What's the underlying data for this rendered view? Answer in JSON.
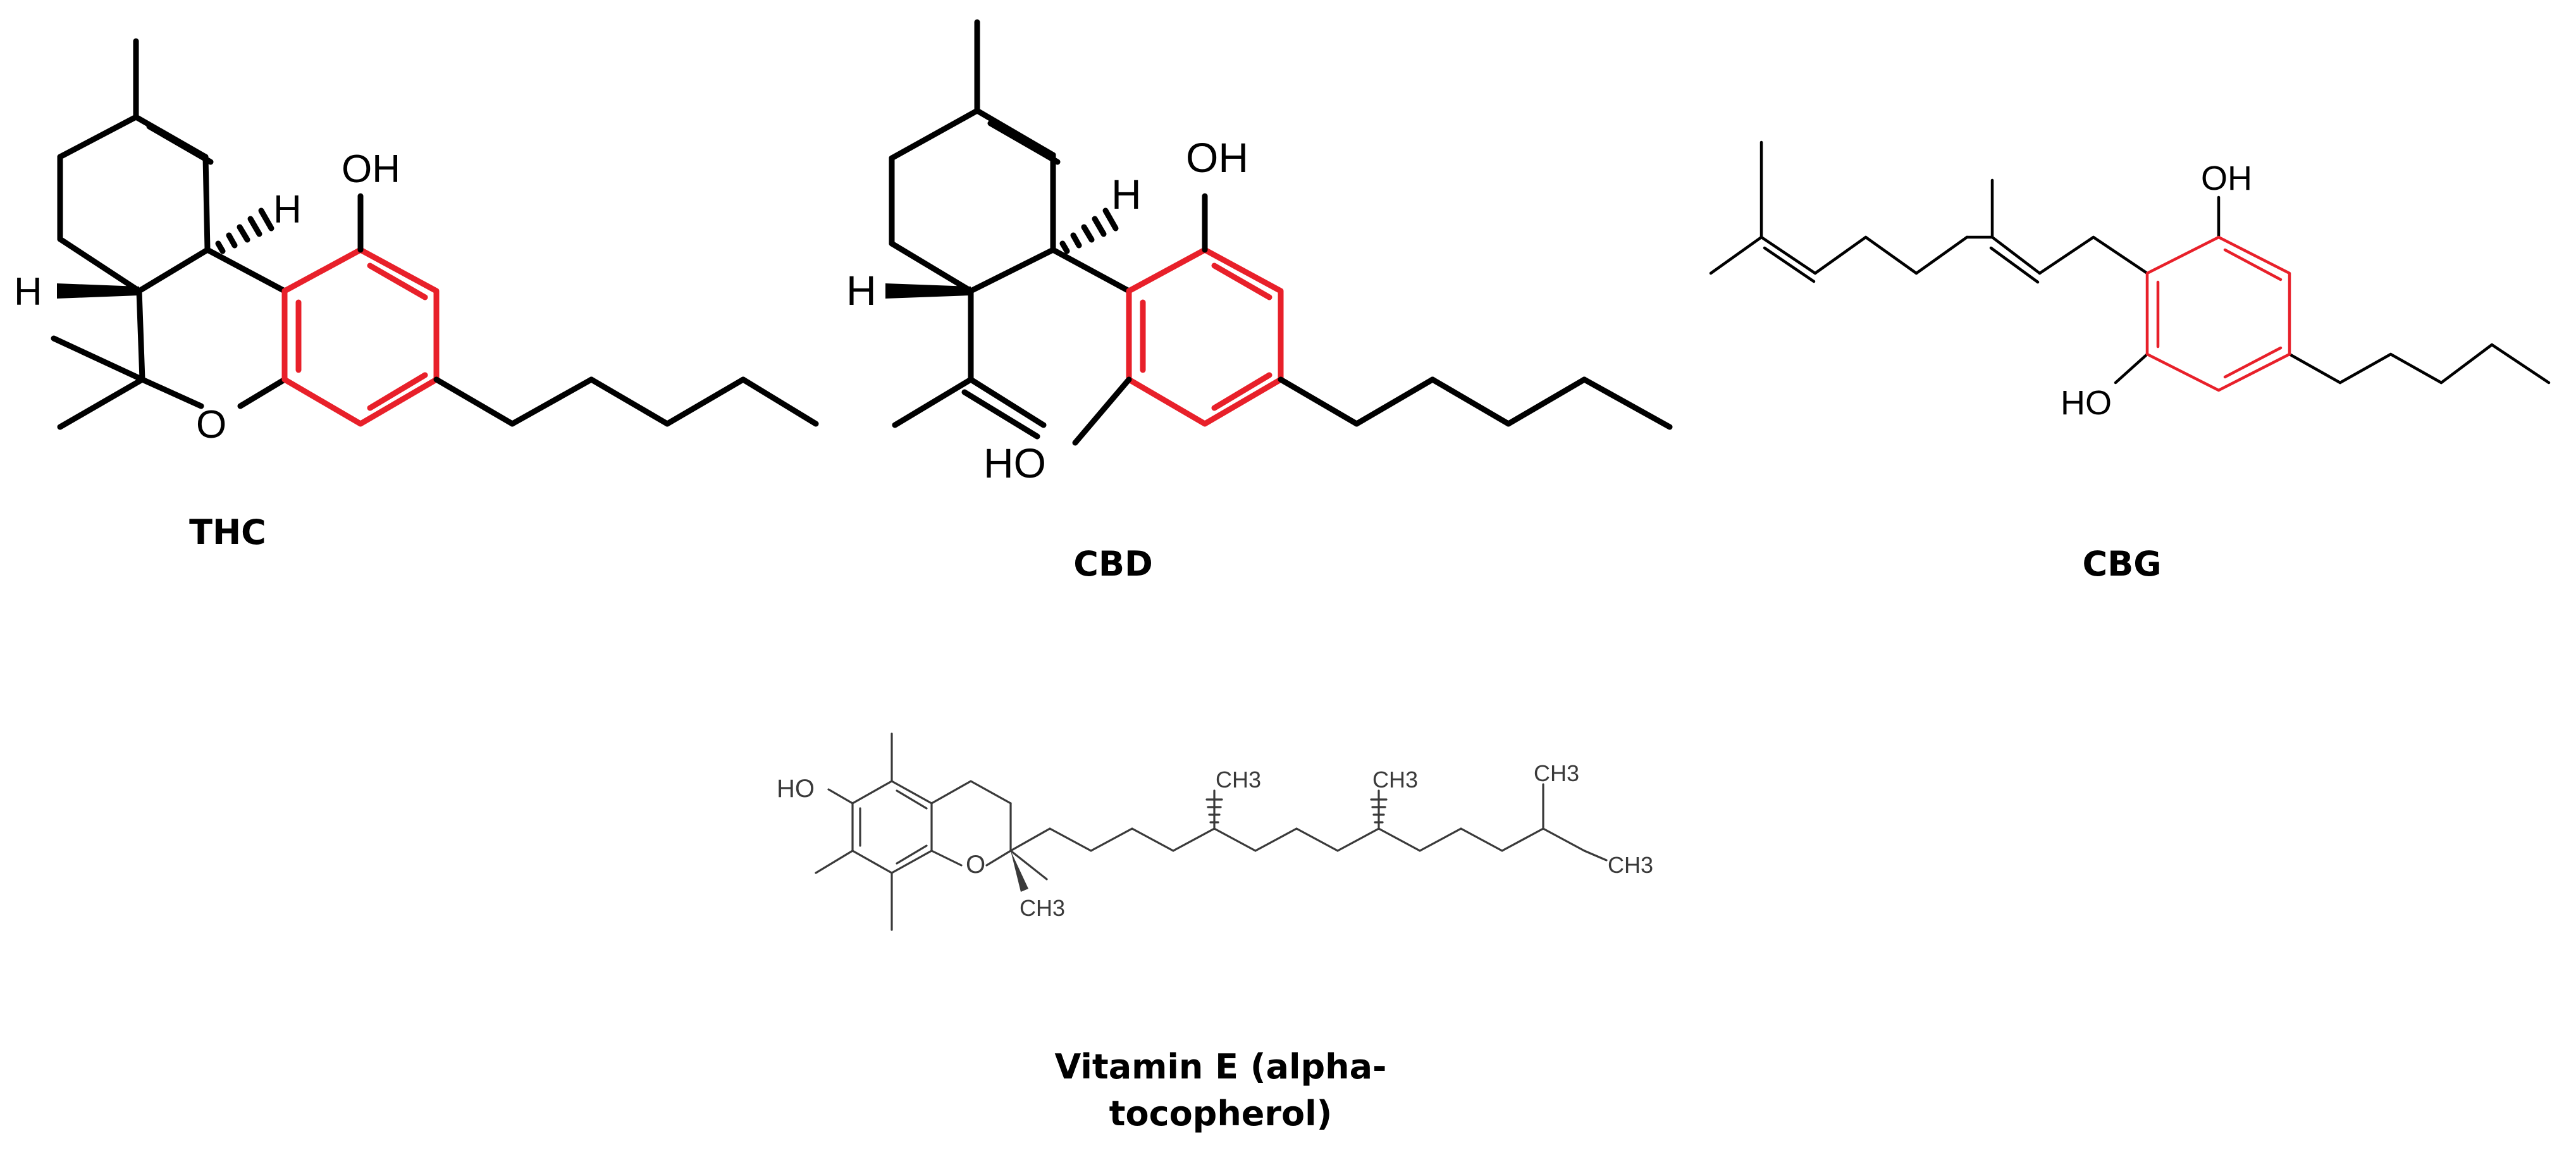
{
  "molecules": {
    "thc": {
      "caption": "THC",
      "oh_label": "OH",
      "h_top_label": "H",
      "h_left_label": "H",
      "o_label": "O"
    },
    "cbd": {
      "caption": "CBD",
      "oh_top_label": "OH",
      "h_top_label": "H",
      "h_left_label": "H",
      "ho_label": "HO"
    },
    "cbg": {
      "caption": "CBG",
      "oh_label": "OH",
      "ho_label": "HO"
    },
    "vitamin_e": {
      "caption_line1": "Vitamin E (alpha-",
      "caption_line2": "tocopherol)",
      "ho_label": "HO",
      "o_label": "O",
      "ch3_1": "CH3",
      "ch3_2": "CH3",
      "ch3_3": "CH3",
      "ch3_4": "CH3",
      "ch3_5": "CH3"
    }
  },
  "colors": {
    "ring_highlight": "#e8202a",
    "bond": "#000000",
    "vitamin_bond": "#3a3a3a"
  }
}
